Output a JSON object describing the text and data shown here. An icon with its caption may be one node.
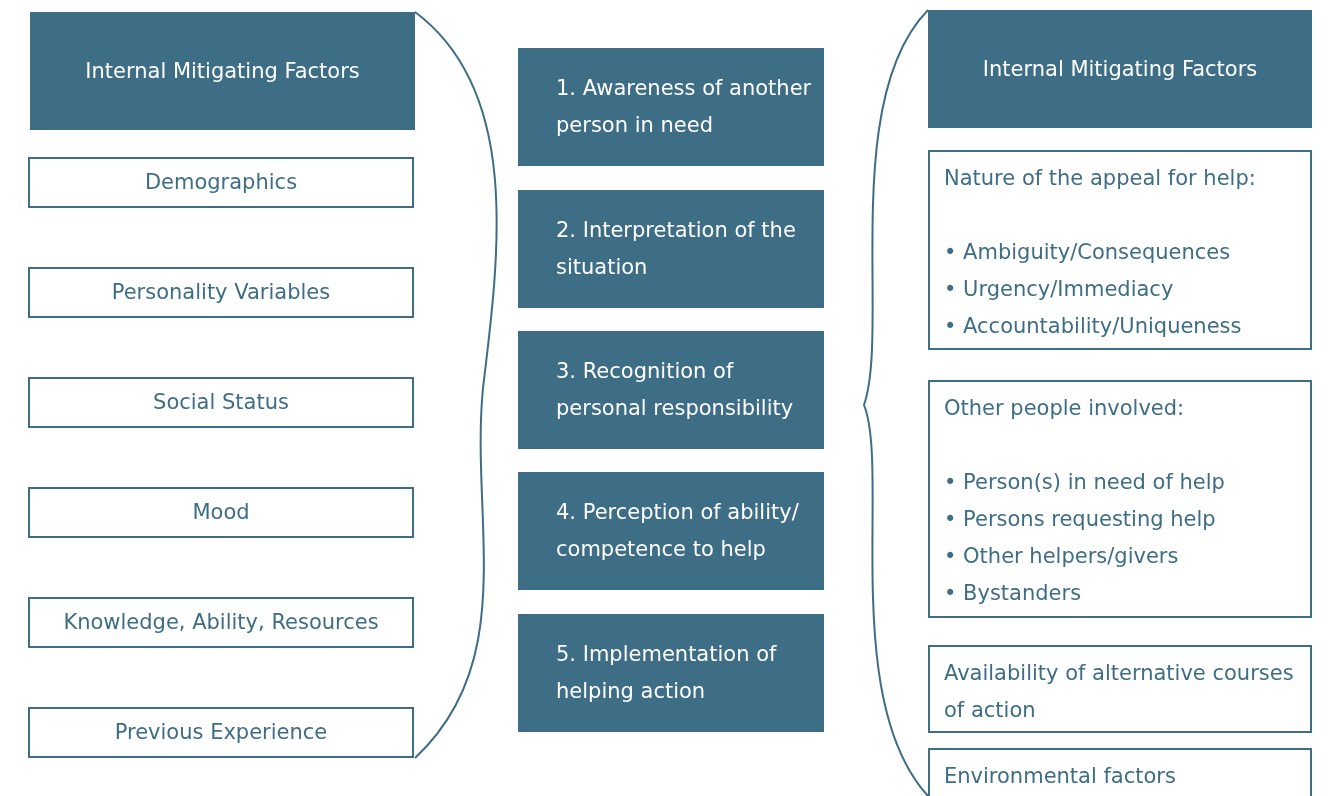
{
  "diagram": {
    "nodes": [
      {
        "text": [
          "Internal Mitigating Factors"
        ]
      },
      {
        "text": [
          "Demographics"
        ]
      },
      {
        "text": [
          "Personality Variables"
        ]
      },
      {
        "text": [
          "Social Status"
        ]
      },
      {
        "text": [
          "Mood"
        ]
      },
      {
        "text": [
          "Knowledge, Ability, Resources"
        ]
      },
      {
        "text": [
          "Previous Experience"
        ]
      },
      {
        "text": [
          "1. Awareness of another person in need"
        ]
      },
      {
        "text": [
          "2. Interpretation of the situation"
        ]
      },
      {
        "text": [
          "3. Recognition of personal responsibility"
        ]
      },
      {
        "text": [
          "4. Perception of ability/ competence to help"
        ]
      },
      {
        "text": [
          "5. Implementation of helping action"
        ]
      },
      {
        "text": [
          "Internal Mitigating Factors"
        ]
      },
      {
        "text": [
          "Nature of the appeal for help:",
          "• Ambiguity/Consequences",
          "• Urgency/Immediacy",
          "• Accountability/Uniqueness"
        ]
      },
      {
        "text": [
          "Other people involved:",
          "•  Person(s) in need of help",
          "•  Persons requesting help",
          "•  Other helpers/givers",
          "•  Bystanders"
        ]
      },
      {
        "text": [
          "Availability of alternative courses of action"
        ]
      },
      {
        "text": [
          "Environmental factors"
        ]
      }
    ],
    "edges": []
  }
}
